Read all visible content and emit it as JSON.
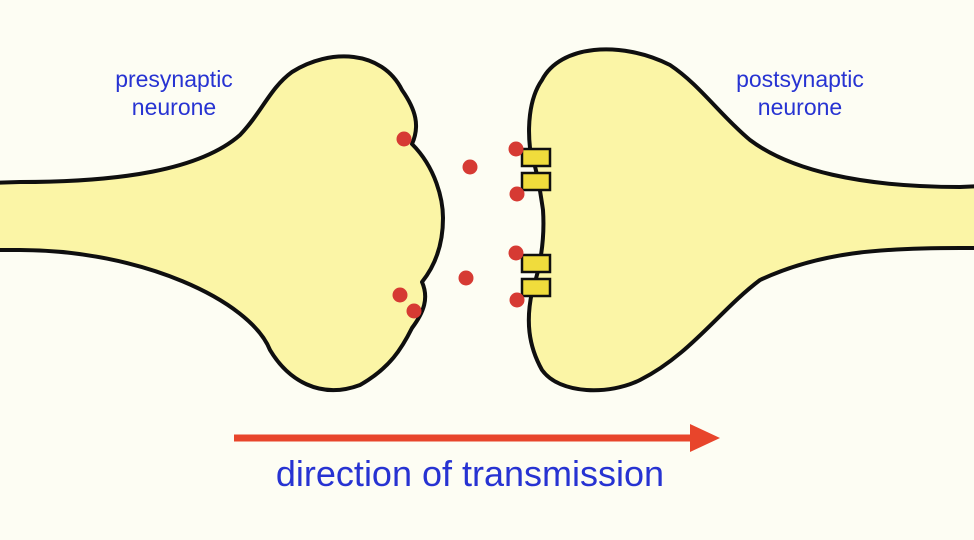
{
  "labels": {
    "presynaptic": "presynaptic\nneurone",
    "postsynaptic": "postsynaptic\nneurone",
    "direction": "direction of transmission"
  },
  "colors": {
    "background": "#fdfdf3",
    "neuron_fill": "#fbf5a6",
    "outline": "#0f0f0f",
    "neurotransmitter": "#d63a33",
    "receptor_fill": "#f0dc3c",
    "arrow": "#e8452b",
    "label_text": "#2733d2"
  }
}
